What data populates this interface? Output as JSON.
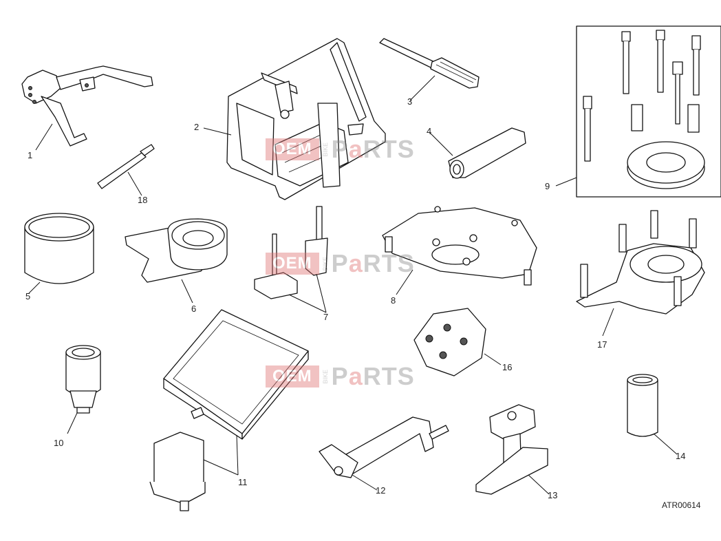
{
  "diagram": {
    "reference_code": "ATR00614",
    "callouts": [
      "1",
      "2",
      "3",
      "4",
      "5",
      "6",
      "7",
      "8",
      "9",
      "10",
      "11",
      "12",
      "13",
      "14",
      "16",
      "17",
      "18"
    ]
  },
  "watermark": {
    "part1": "OEM",
    "part2": "BIKE",
    "part3_a": "P",
    "part3_b": "a",
    "part3_c": "RTS"
  }
}
